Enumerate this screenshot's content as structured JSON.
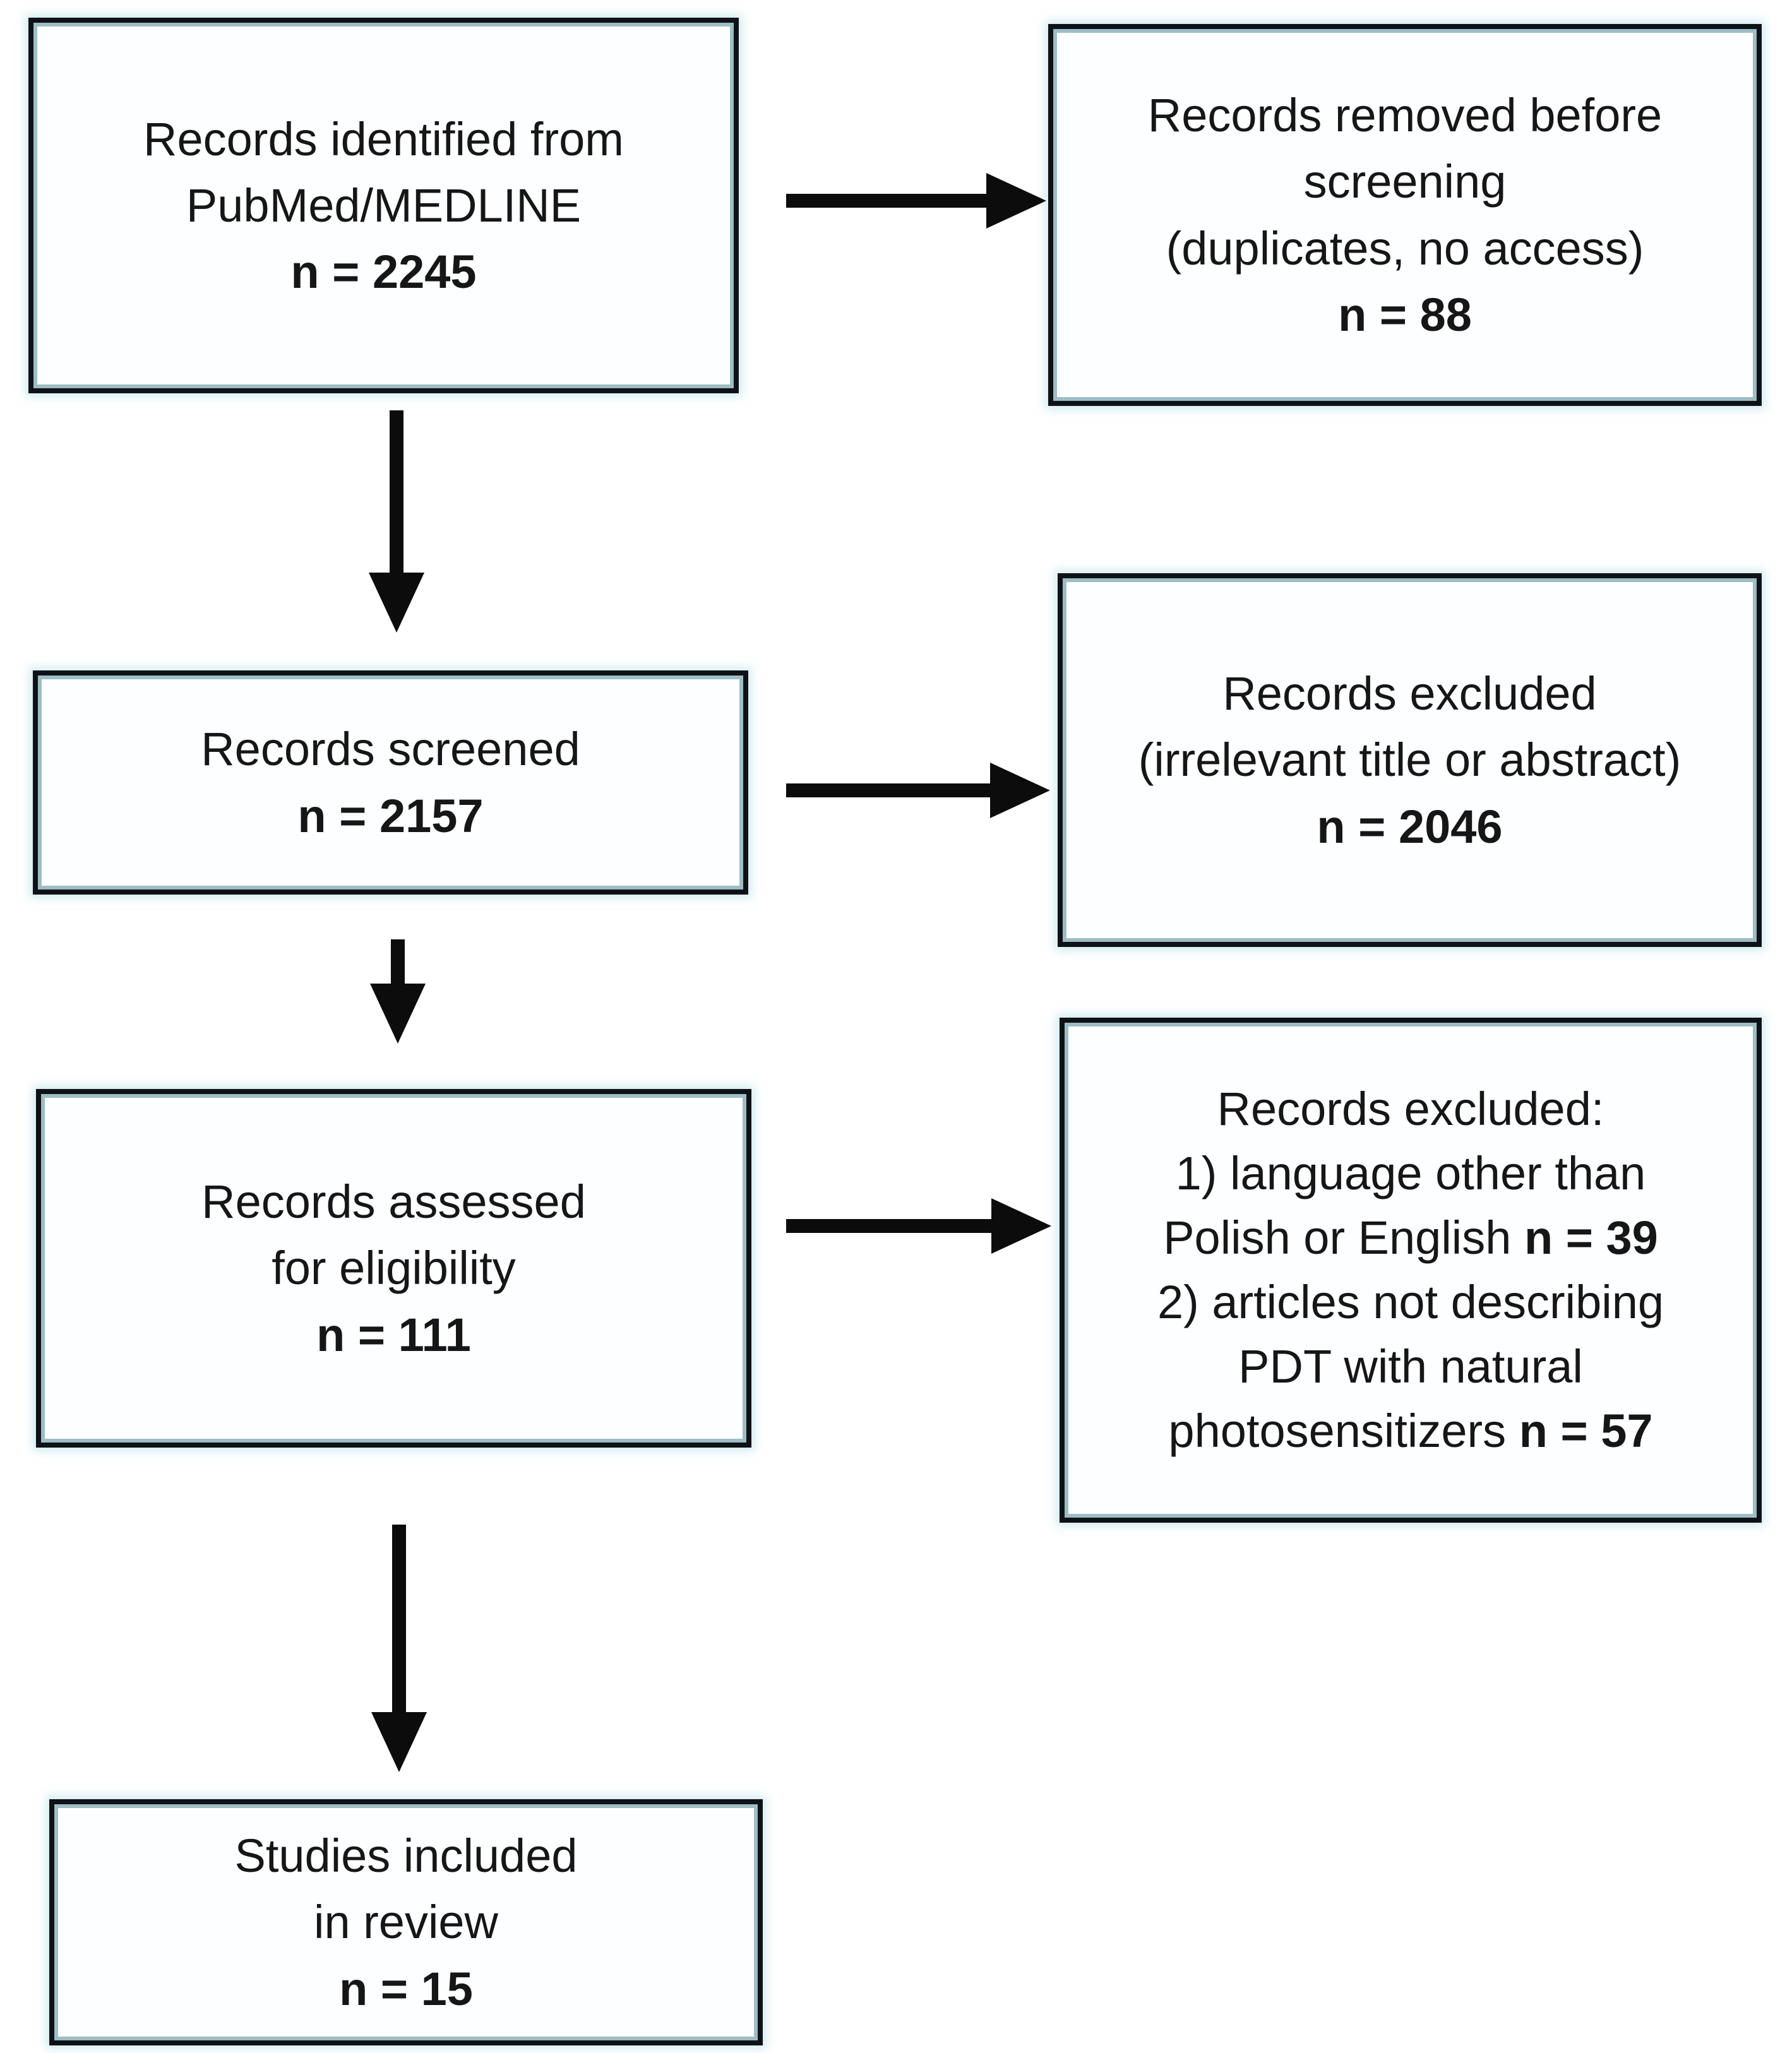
{
  "colors": {
    "box_border": "#0e1216",
    "teal_accent": "#2a6e7e",
    "glow_blue": "#aad8e4",
    "box_fill": "#fdfeff",
    "text": "#161616",
    "arrow": "#0c0c0c",
    "background": "#ffffff"
  },
  "boxes": [
    {
      "id": "records-identified",
      "lines": [
        [
          {
            "text": "Records identified from",
            "bold": false
          }
        ],
        [
          {
            "text": "PubMed/MEDLINE",
            "bold": false
          }
        ],
        [
          {
            "text": "n = 2245",
            "bold": true
          }
        ]
      ]
    },
    {
      "id": "records-removed-before-screening",
      "lines": [
        [
          {
            "text": "Records removed before",
            "bold": false
          }
        ],
        [
          {
            "text": "screening",
            "bold": false
          }
        ],
        [
          {
            "text": "(duplicates, no access)",
            "bold": false
          }
        ],
        [
          {
            "text": "n = 88",
            "bold": true
          }
        ]
      ]
    },
    {
      "id": "records-screened",
      "lines": [
        [
          {
            "text": "Records screened",
            "bold": false
          }
        ],
        [
          {
            "text": "n = 2157",
            "bold": true
          }
        ]
      ]
    },
    {
      "id": "records-excluded-title-abstract",
      "lines": [
        [
          {
            "text": "Records excluded",
            "bold": false
          }
        ],
        [
          {
            "text": "(irrelevant title or abstract)",
            "bold": false
          }
        ],
        [
          {
            "text": "n = 2046",
            "bold": true
          }
        ]
      ]
    },
    {
      "id": "records-assessed",
      "lines": [
        [
          {
            "text": "Records assessed",
            "bold": false
          }
        ],
        [
          {
            "text": "for eligibility",
            "bold": false
          }
        ],
        [
          {
            "text": "n = 111",
            "bold": true
          }
        ]
      ]
    },
    {
      "id": "records-excluded-reasons",
      "lines": [
        [
          {
            "text": "Records excluded:",
            "bold": false
          }
        ],
        [
          {
            "text": "1) language other than",
            "bold": false
          }
        ],
        [
          {
            "text": "Polish or English ",
            "bold": false
          },
          {
            "text": "n = 39",
            "bold": true
          }
        ],
        [
          {
            "text": "2) articles not describing",
            "bold": false
          }
        ],
        [
          {
            "text": "PDT with natural",
            "bold": false
          }
        ],
        [
          {
            "text": "photosensitizers ",
            "bold": false
          },
          {
            "text": "n = 57",
            "bold": true
          }
        ]
      ]
    },
    {
      "id": "studies-included",
      "lines": [
        [
          {
            "text": "Studies included",
            "bold": false
          }
        ],
        [
          {
            "text": "in review",
            "bold": false
          }
        ],
        [
          {
            "text": "n = 15",
            "bold": true
          }
        ]
      ]
    }
  ],
  "arrows": [
    {
      "from": "records-identified",
      "to": "records-removed-before-screening",
      "direction": "right"
    },
    {
      "from": "records-identified",
      "to": "records-screened",
      "direction": "down"
    },
    {
      "from": "records-screened",
      "to": "records-excluded-title-abstract",
      "direction": "right"
    },
    {
      "from": "records-screened",
      "to": "records-assessed",
      "direction": "down"
    },
    {
      "from": "records-assessed",
      "to": "records-excluded-reasons",
      "direction": "right"
    },
    {
      "from": "records-assessed",
      "to": "studies-included",
      "direction": "down"
    }
  ]
}
